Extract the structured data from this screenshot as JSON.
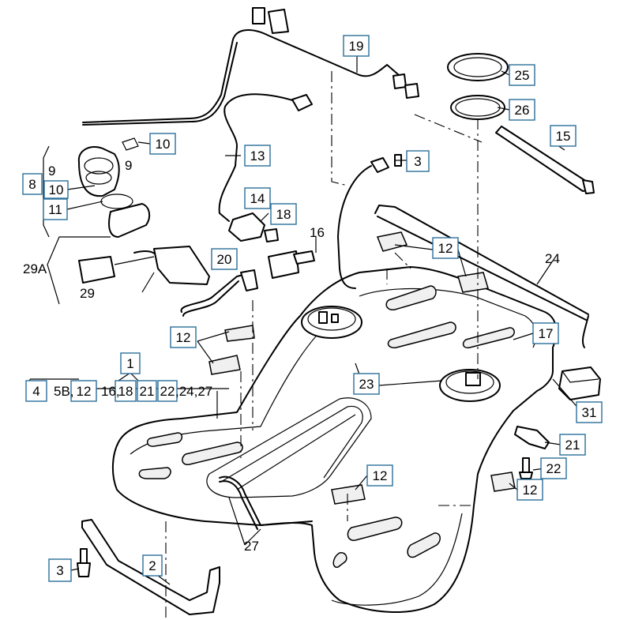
{
  "callouts": [
    {
      "id": "c19",
      "text": "19"
    },
    {
      "id": "c25",
      "text": "25"
    },
    {
      "id": "c26",
      "text": "26"
    },
    {
      "id": "c10a",
      "text": "10"
    },
    {
      "id": "c15",
      "text": "15"
    },
    {
      "id": "c3a",
      "text": "3"
    },
    {
      "id": "c13",
      "text": "13"
    },
    {
      "id": "c8",
      "text": "8"
    },
    {
      "id": "c10b",
      "text": "10"
    },
    {
      "id": "c11",
      "text": "11"
    },
    {
      "id": "c14",
      "text": "14"
    },
    {
      "id": "c18",
      "text": "18"
    },
    {
      "id": "c12a",
      "text": "12"
    },
    {
      "id": "c20",
      "text": "20"
    },
    {
      "id": "c12b",
      "text": "12"
    },
    {
      "id": "c17",
      "text": "17"
    },
    {
      "id": "c1",
      "text": "1"
    },
    {
      "id": "c4",
      "text": "4"
    },
    {
      "id": "c12c",
      "text": "12"
    },
    {
      "id": "c18b",
      "text": "18"
    },
    {
      "id": "c21b",
      "text": "21"
    },
    {
      "id": "c22b",
      "text": "22"
    },
    {
      "id": "c23",
      "text": "23"
    },
    {
      "id": "c31",
      "text": "31"
    },
    {
      "id": "c21",
      "text": "21"
    },
    {
      "id": "c22",
      "text": "22"
    },
    {
      "id": "c12d",
      "text": "12"
    },
    {
      "id": "c12e",
      "text": "12"
    },
    {
      "id": "c3b",
      "text": "3"
    },
    {
      "id": "c2",
      "text": "2"
    }
  ],
  "plain_labels": [
    {
      "id": "p9a",
      "text": "9"
    },
    {
      "id": "p9b",
      "text": "9"
    },
    {
      "id": "p16",
      "text": "16"
    },
    {
      "id": "p29a",
      "text": "29A"
    },
    {
      "id": "p29",
      "text": "29"
    },
    {
      "id": "p24",
      "text": "24"
    },
    {
      "id": "p5b",
      "text": "5B,"
    },
    {
      "id": "p16g",
      "text": "16,"
    },
    {
      "id": "p24g",
      "text": ",24,27"
    },
    {
      "id": "p27",
      "text": "27"
    }
  ]
}
